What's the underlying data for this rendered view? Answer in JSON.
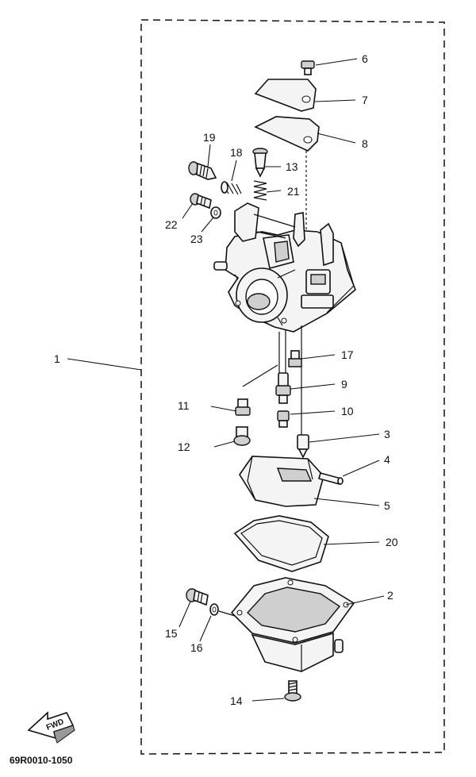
{
  "diagram": {
    "callouts": [
      {
        "id": "1",
        "text": "1"
      },
      {
        "id": "2",
        "text": "2"
      },
      {
        "id": "3",
        "text": "3"
      },
      {
        "id": "4",
        "text": "4"
      },
      {
        "id": "5",
        "text": "5"
      },
      {
        "id": "6",
        "text": "6"
      },
      {
        "id": "7",
        "text": "7"
      },
      {
        "id": "8",
        "text": "8"
      },
      {
        "id": "9",
        "text": "9"
      },
      {
        "id": "10",
        "text": "10"
      },
      {
        "id": "11",
        "text": "11"
      },
      {
        "id": "12",
        "text": "12"
      },
      {
        "id": "13",
        "text": "13"
      },
      {
        "id": "14",
        "text": "14"
      },
      {
        "id": "15",
        "text": "15"
      },
      {
        "id": "16",
        "text": "16"
      },
      {
        "id": "17",
        "text": "17"
      },
      {
        "id": "18",
        "text": "18"
      },
      {
        "id": "19",
        "text": "19"
      },
      {
        "id": "20",
        "text": "20"
      },
      {
        "id": "21",
        "text": "21"
      },
      {
        "id": "22",
        "text": "22"
      },
      {
        "id": "23",
        "text": "23"
      }
    ],
    "fwd_label": "FWD",
    "drawing_code": "69R0010-1050"
  }
}
